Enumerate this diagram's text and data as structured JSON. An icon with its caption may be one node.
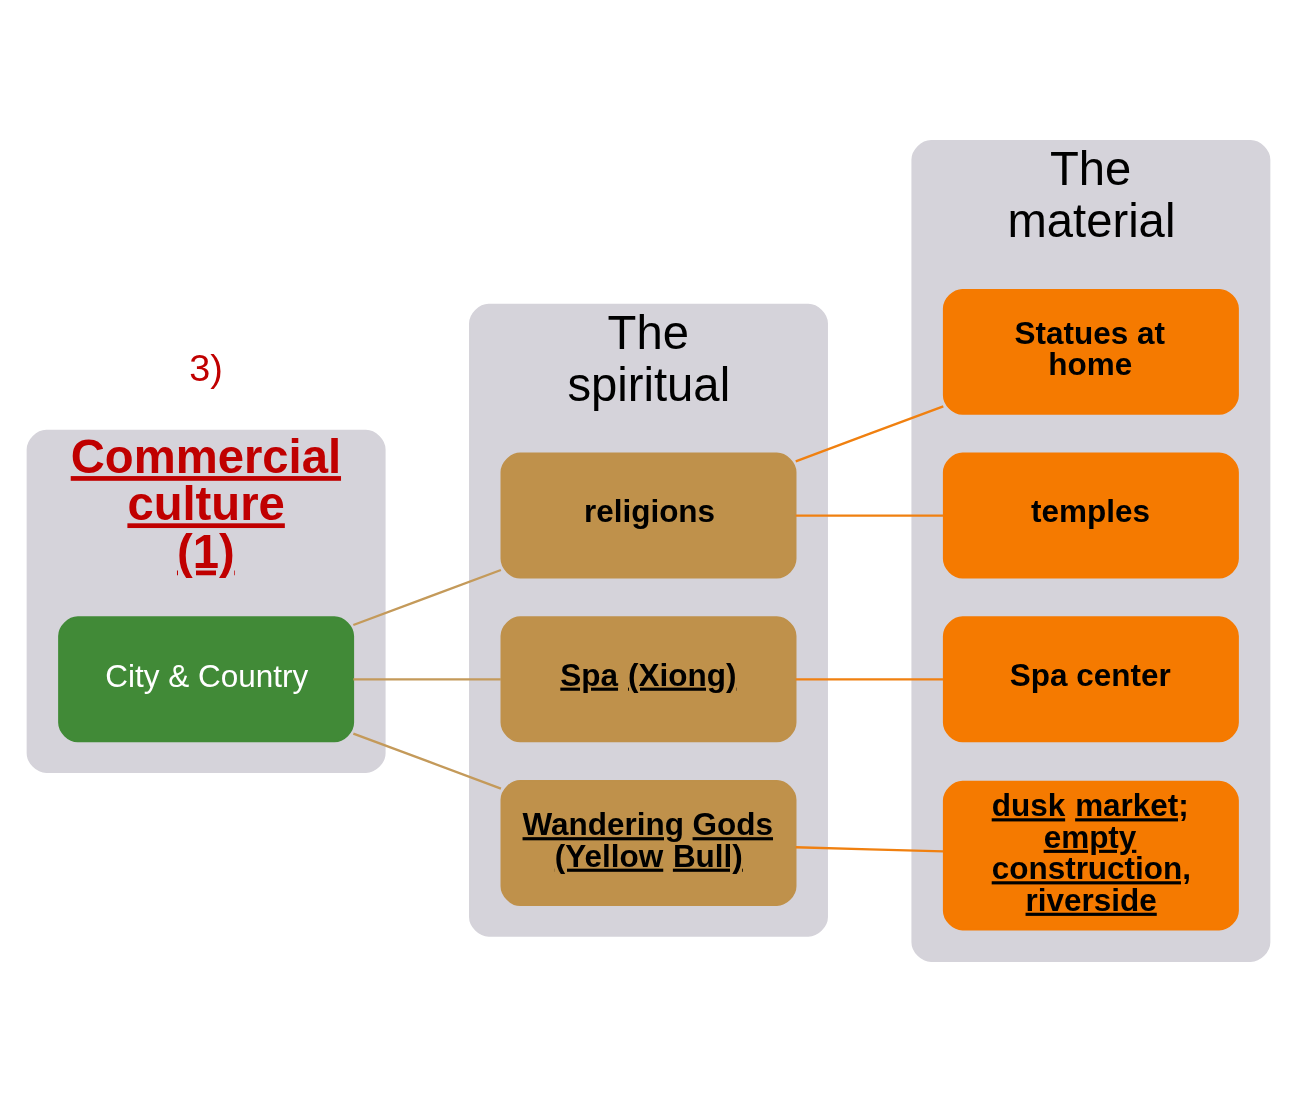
{
  "diagram": {
    "nodes": [
      {
        "text": [
          "Commercial culture (1)"
        ]
      },
      {
        "text": [
          "City & Country"
        ],
        "in": 0
      },
      {
        "text": [
          "The spiritual"
        ]
      },
      {
        "text": [
          "religions"
        ],
        "in": 2
      },
      {
        "text": [
          "Spa (Xiong)"
        ],
        "in": 2
      },
      {
        "text": [
          "Wandering Gods (Yellow Bull)"
        ],
        "in": 2
      },
      {
        "text": [
          "The material"
        ]
      },
      {
        "text": [
          "Statues at home"
        ],
        "in": 6
      },
      {
        "text": [
          "temples"
        ],
        "in": 6
      },
      {
        "text": [
          "Spa center"
        ],
        "in": 6
      },
      {
        "text": [
          "dusk market; empty construction, riverside"
        ],
        "in": 6
      }
    ],
    "edges": [
      {
        "from": 1,
        "to": 3,
        "arrow": "none",
        "color": "#c49a5a"
      },
      {
        "from": 1,
        "to": 4,
        "arrow": "none",
        "color": "#c49a5a"
      },
      {
        "from": 1,
        "to": 5,
        "arrow": "none",
        "color": "#c49a5a"
      },
      {
        "from": 3,
        "to": 7,
        "arrow": "none"
      },
      {
        "from": 3,
        "to": 8,
        "arrow": "none"
      },
      {
        "from": 4,
        "to": 9,
        "arrow": "none"
      },
      {
        "from": 5,
        "to": 10,
        "arrow": "none"
      }
    ],
    "labels": [
      "3)"
    ]
  }
}
